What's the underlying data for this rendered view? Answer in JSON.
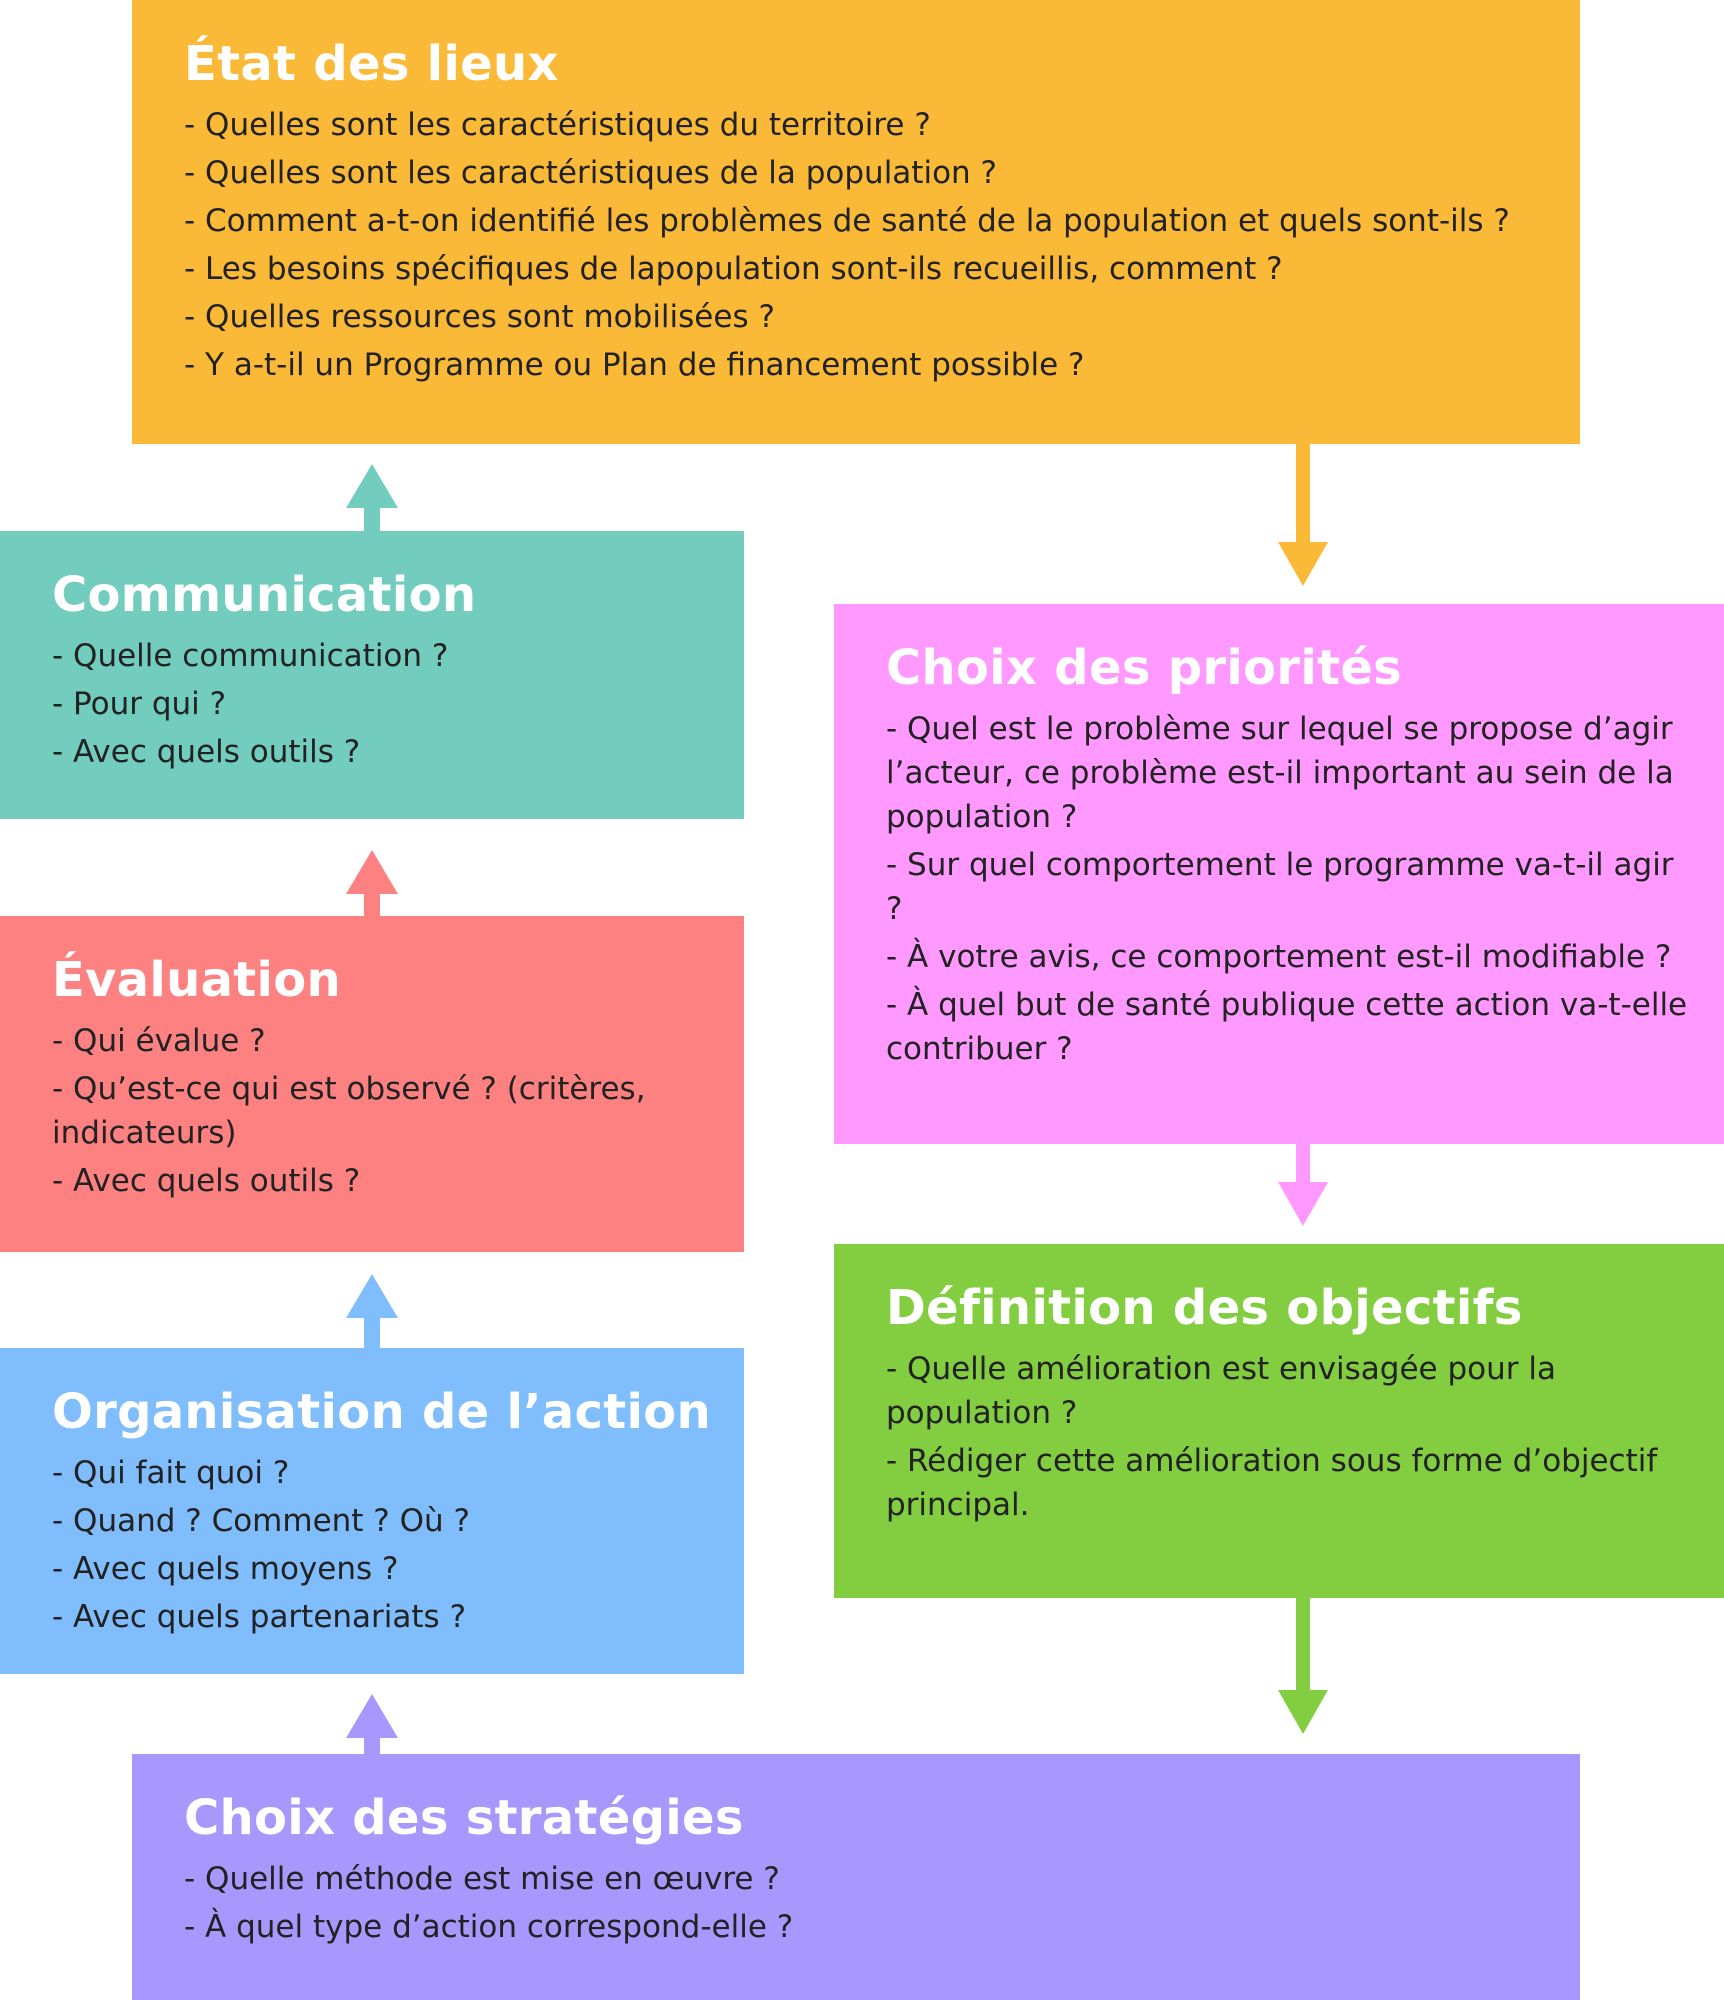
{
  "colors": {
    "etat": "#FBB938",
    "communication": "#72CDBF",
    "evaluation": "#FE8182",
    "organisation": "#80BDFC",
    "priorites": "#FF99FF",
    "objectifs": "#82CD40",
    "strategies": "#A898FE"
  },
  "etat_des_lieux": {
    "title": "État des lieux",
    "items": [
      "- Quelles sont les caractéristiques du territoire ?",
      "- Quelles sont les caractéristiques de la population ?",
      "- Comment a-t-on identifié les problèmes de santé de la population et quels sont-ils ?",
      "- Les besoins spécifiques de lapopulation sont-ils recueillis, comment ?",
      "- Quelles ressources sont mobilisées ?",
      "- Y a-t-il un Programme ou Plan de financement possible ?"
    ]
  },
  "communication": {
    "title": "Communication",
    "items": [
      "- Quelle communication ?",
      "- Pour qui ?",
      "- Avec quels outils ?"
    ]
  },
  "evaluation": {
    "title": "Évaluation",
    "items": [
      "- Qui évalue ?",
      "- Qu’est-ce qui est observé ? (critères, indicateurs)",
      "- Avec quels outils ?"
    ]
  },
  "organisation": {
    "title": "Organisation de l’action",
    "items": [
      "- Qui fait quoi ?",
      "- Quand ? Comment ? Où ?",
      "- Avec quels moyens ?",
      "- Avec quels partenariats ?"
    ]
  },
  "choix_priorites": {
    "title": "Choix des priorités",
    "items": [
      "- Quel est le problème sur lequel se propose d’agir l’acteur, ce problème est-il important au sein de la population ?",
      "- Sur quel comportement le programme va-t-il agir ?",
      "- À votre avis, ce comportement est-il modifiable ?",
      "- À quel but de santé publique cette action va-t-elle contribuer ?"
    ]
  },
  "definition_objectifs": {
    "title": "Définition des objectifs",
    "items": [
      "- Quelle amélioration est envisagée pour la population ?",
      "- Rédiger cette amélioration sous forme d’objectif principal."
    ]
  },
  "choix_strategies": {
    "title": "Choix des stratégies",
    "items": [
      "- Quelle méthode est mise en œuvre ?",
      "- À quel type d’action correspond-elle ?"
    ]
  }
}
